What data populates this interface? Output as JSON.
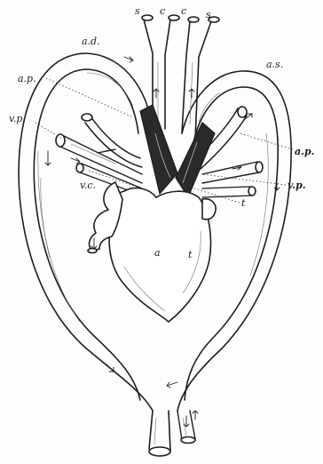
{
  "diagram": {
    "labels": {
      "s_left": "s",
      "c_left": "c",
      "c_right": "c",
      "s_right": "s",
      "a_d": "a.d.",
      "a_s": "a.s.",
      "a_p_left": "a.p.",
      "v_p_left": "v.p.",
      "a_p_right": "a.p.",
      "v_p_right": "v.p.",
      "v_c": "v.c.",
      "t": "t",
      "a_heart": "a",
      "t_heart": "t"
    },
    "colors": {
      "ink": "#1e1e1e",
      "paper": "#fdfdfc",
      "ventricle_dark": "#2a2a2a"
    }
  }
}
